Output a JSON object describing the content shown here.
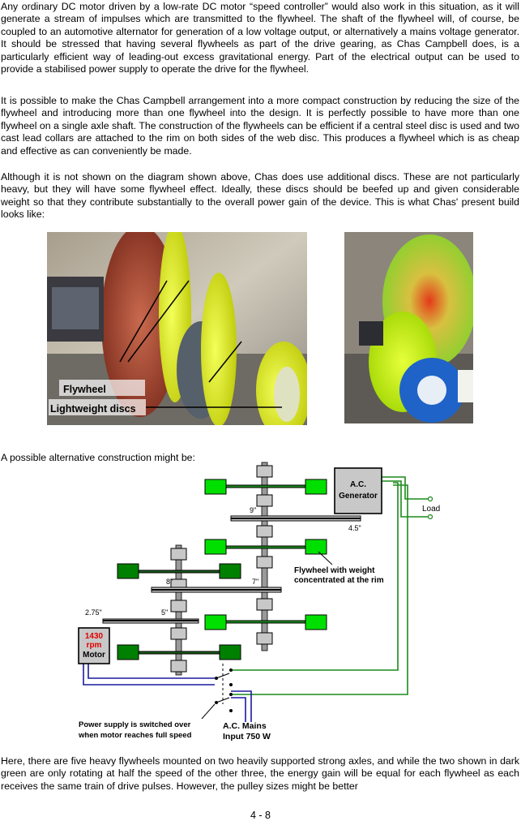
{
  "paragraphs": [
    "Any ordinary DC motor driven by a low-rate DC motor “speed controller” would also work in this situation, as it will generate a stream of impulses which are transmitted to the flywheel.  The shaft of the flywheel will, of course, be coupled to an automotive alternator for generation of a low voltage output, or alternatively a mains voltage generator.  It should be stressed that having several flywheels as part of the drive gearing, as Chas Campbell does, is a particularly efficient way of leading-out excess gravitational energy.  Part of the electrical output can be used to provide a stabilised power supply to operate the drive for the flywheel.",
    "It is possible to make the Chas Campbell arrangement into a more compact construction by reducing the size of the flywheel and introducing more than one flywheel into the design.  It is perfectly possible to have more than one flywheel on a single axle shaft.  The construction of the flywheels can be efficient if a central steel disc is used and two cast lead collars are attached to the rim on both sides of the web disc.  This produces a flywheel which is as cheap and effective as can conveniently be made.",
    "Although it is not shown on the diagram shown above, Chas does use additional discs.  These are not particularly heavy, but they will have some flywheel effect.  Ideally, these discs should be beefed up and given considerable weight so that they contribute substantially to the overall power gain of the device.  This is what Chas' present build looks like:",
    "A possible alternative construction might be:",
    "Here, there are five heavy flywheels mounted on two heavily supported strong axles, and while the two shown in dark green are only rotating at half the speed of the other three, the energy gain will be equal for each flywheel as each receives the same train of drive pulses.  However, the pulley sizes might be better"
  ],
  "photo_labels": {
    "flywheel": "Flywheel",
    "discs": "Lightweight discs"
  },
  "diagram": {
    "generator_line1": "A.C.",
    "generator_line2": "Generator",
    "load": "Load",
    "pulley_9": "9\"",
    "pulley_4_5": "4.5\"",
    "pulley_8": "8\"",
    "pulley_7": "7\"",
    "pulley_5": "5\"",
    "pulley_2_75": "2.75\"",
    "motor_rpm_value": "1430",
    "motor_rpm_unit": "rpm",
    "motor_label": "Motor",
    "flywheel_note_line1": "Flywheel with weight",
    "flywheel_note_line2": "concentrated at the rim",
    "switch_note_line1": "Power supply is switched over",
    "switch_note_line2": "when motor reaches full speed",
    "mains_line1": "A.C.  Mains",
    "mains_line2": "Input  750 W",
    "colors": {
      "light_green": "#00e000",
      "dark_green": "#008000",
      "wire_green": "#1a8a1a",
      "wire_blue": "#1a1aa0",
      "motor_red": "#e00000",
      "steel": "#c8c8c8"
    }
  },
  "page_number": "4 - 8"
}
